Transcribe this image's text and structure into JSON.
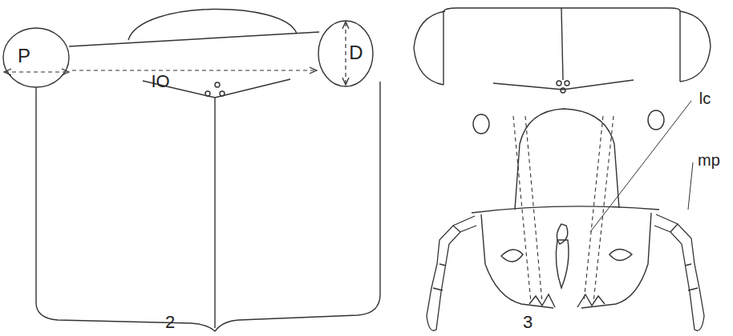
{
  "diagram": {
    "labels": [
      "P",
      "IO",
      "D",
      "2",
      "lc",
      "mp",
      "3"
    ]
  }
}
